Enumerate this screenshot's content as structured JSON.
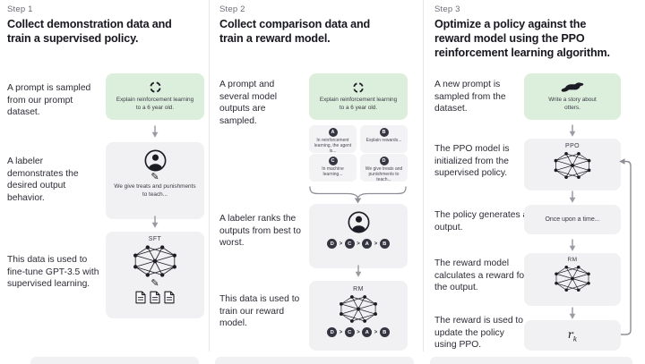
{
  "colors": {
    "prompt_box_green": "#dcefdc",
    "step_box_gray": "#f1f1f3",
    "badge_dark": "#343541",
    "arrow_gray": "#9b9ba3"
  },
  "icons": {
    "pencil": "✎",
    "refresh": "cycle-arrows",
    "person": "labeler-avatar",
    "network": "neural-net",
    "documents": "documents",
    "otter": "otter-silhouette",
    "loop": "feedback-loop-arrow",
    "brace": "curly-brace",
    "down_arrow": "down-arrow"
  },
  "step1": {
    "label": "Step 1",
    "title": "Collect demonstration data and train a supervised policy.",
    "desc_prompt": "A prompt is sampled from our prompt dataset.",
    "desc_labeler": "A labeler demonstrates the desired output behavior.",
    "desc_finetune": "This data is used to fine-tune GPT-3.5 with supervised learning.",
    "prompt_text": "Explain reinforcement learning to a 6 year old.",
    "labeler_note": "We give treats and punishments to teach...",
    "model_label": "SFT"
  },
  "step2": {
    "label": "Step 2",
    "title": "Collect comparison data and train a reward model.",
    "desc_prompt": "A prompt and several model outputs are sampled.",
    "desc_rank": "A labeler ranks the outputs from best to worst.",
    "desc_train": "This data is used to train our reward model.",
    "prompt_text": "Explain reinforcement learning to a 6 year old.",
    "outputs": [
      {
        "id": "A",
        "text": "In reinforcement learning, the agent is..."
      },
      {
        "id": "B",
        "text": "Explain rewards..."
      },
      {
        "id": "C",
        "text": "In machine learning..."
      },
      {
        "id": "D",
        "text": "We give treats and punishments to teach..."
      }
    ],
    "ranking": [
      "D",
      "C",
      "A",
      "B"
    ],
    "rank_sep": ">",
    "model_label": "RM"
  },
  "step3": {
    "label": "Step 3",
    "title": "Optimize a policy against the reward model using the PPO reinforcement learning algorithm.",
    "desc_prompt": "A new prompt is sampled from the dataset.",
    "desc_init": "The PPO model is initialized from the supervised policy.",
    "desc_output": "The policy generates an output.",
    "desc_reward": "The reward model calculates a reward for the output.",
    "desc_update": "The reward is used to update the policy using PPO.",
    "prompt_text": "Write a story about otters.",
    "ppo_label": "PPO",
    "output_text": "Once upon a time...",
    "rm_label": "RM",
    "reward_r": "r",
    "reward_sub": "k"
  }
}
